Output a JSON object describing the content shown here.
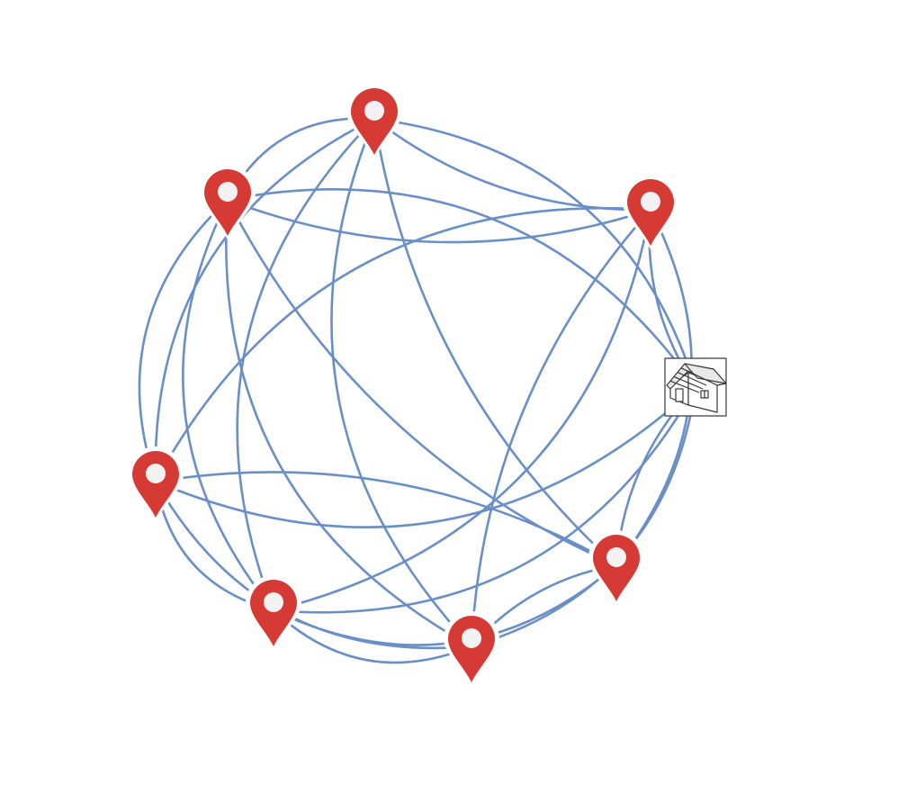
{
  "diagram": {
    "colors": {
      "edge": "#6a8fc6",
      "pin": "#d63a35",
      "pin_hole": "#f2f2f2",
      "background": "#ffffff",
      "house_wall": "#ffffff",
      "house_roof": "#e8e8e8"
    },
    "nodes": [
      {
        "id": "pin-top",
        "icon": "map-pin-icon"
      },
      {
        "id": "pin-upper-left",
        "icon": "map-pin-icon"
      },
      {
        "id": "pin-upper-right",
        "icon": "map-pin-icon"
      },
      {
        "id": "house",
        "icon": "house-icon"
      },
      {
        "id": "pin-left",
        "icon": "map-pin-icon"
      },
      {
        "id": "pin-lower-right",
        "icon": "map-pin-icon"
      },
      {
        "id": "pin-bottom-center",
        "icon": "map-pin-icon"
      },
      {
        "id": "pin-bottom-left",
        "icon": "map-pin-icon"
      }
    ],
    "edges": [
      [
        "pin-top",
        "pin-upper-left"
      ],
      [
        "pin-top",
        "pin-upper-right"
      ],
      [
        "pin-top",
        "house"
      ],
      [
        "pin-top",
        "pin-left"
      ],
      [
        "pin-top",
        "pin-lower-right"
      ],
      [
        "pin-top",
        "pin-bottom-center"
      ],
      [
        "pin-top",
        "pin-bottom-left"
      ],
      [
        "pin-upper-left",
        "pin-upper-right"
      ],
      [
        "pin-upper-left",
        "house"
      ],
      [
        "pin-upper-left",
        "pin-left"
      ],
      [
        "pin-upper-left",
        "pin-lower-right"
      ],
      [
        "pin-upper-left",
        "pin-bottom-center"
      ],
      [
        "pin-upper-left",
        "pin-bottom-left"
      ],
      [
        "pin-upper-right",
        "house"
      ],
      [
        "pin-upper-right",
        "pin-left"
      ],
      [
        "pin-upper-right",
        "pin-lower-right"
      ],
      [
        "pin-upper-right",
        "pin-bottom-center"
      ],
      [
        "pin-upper-right",
        "pin-bottom-left"
      ],
      [
        "house",
        "pin-left"
      ],
      [
        "house",
        "pin-lower-right"
      ],
      [
        "house",
        "pin-bottom-center"
      ],
      [
        "house",
        "pin-bottom-left"
      ],
      [
        "pin-left",
        "pin-lower-right"
      ],
      [
        "pin-left",
        "pin-bottom-center"
      ],
      [
        "pin-left",
        "pin-bottom-left"
      ],
      [
        "pin-lower-right",
        "pin-bottom-center"
      ],
      [
        "pin-lower-right",
        "pin-bottom-left"
      ],
      [
        "pin-bottom-center",
        "pin-bottom-left"
      ]
    ]
  }
}
